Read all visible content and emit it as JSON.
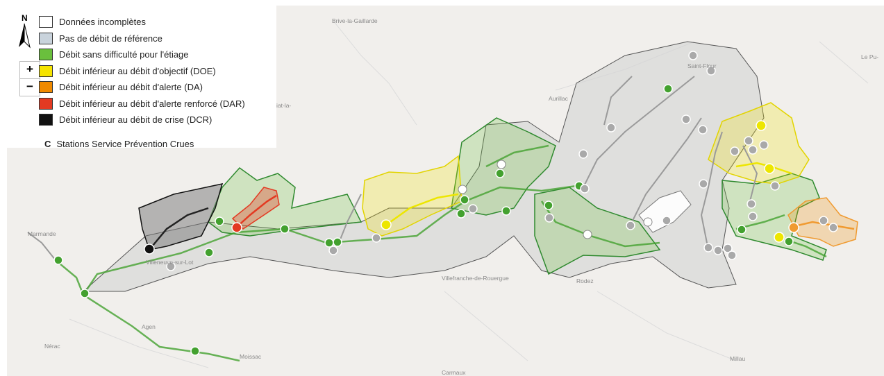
{
  "header_text": "",
  "places": [
    {
      "id": "brive",
      "text": "Brive-la-Gaillarde"
    },
    {
      "id": "aurillac",
      "text": "Aurillac"
    },
    {
      "id": "saintflour",
      "text": "Saint-Flour"
    },
    {
      "id": "marmande",
      "text": "Marmande"
    },
    {
      "id": "villeneuve",
      "text": "Villeneuve-sur-Lot"
    },
    {
      "id": "villefranche",
      "text": "Villefranche-de-Rouergue"
    },
    {
      "id": "rodez",
      "text": "Rodez"
    },
    {
      "id": "agen",
      "text": "Agen"
    },
    {
      "id": "nerac",
      "text": "Nérac"
    },
    {
      "id": "moissac",
      "text": "Moissac"
    },
    {
      "id": "millau",
      "text": "Millau"
    },
    {
      "id": "carmaux",
      "text": "Carmaux"
    },
    {
      "id": "lepuy",
      "text": "Le Pu-"
    },
    {
      "id": "figeac",
      "text": "iat-la-"
    }
  ],
  "north_label": "N",
  "zoom": {
    "in": "+",
    "out": "−"
  },
  "legend": [
    {
      "label": "Données incomplètes",
      "color": "#ffffff"
    },
    {
      "label": "Pas de débit de référence",
      "color": "#c9d3dc"
    },
    {
      "label": "Débit sans difficulté pour l'étiage",
      "color": "#6abf3d"
    },
    {
      "label": "Débit inférieur au débit d'objectif (DOE)",
      "color": "#f5e400"
    },
    {
      "label": "Débit inférieur au débit d'alerte (DA)",
      "color": "#f08a00"
    },
    {
      "label": "Débit inférieur au débit d'alerte renforcé (DAR)",
      "color": "#e33a22"
    },
    {
      "label": "Débit inférieur au débit de crise (DCR)",
      "color": "#111111"
    }
  ],
  "spc": {
    "letter": "C",
    "label": "Stations Service Prévention Crues"
  },
  "colors": {
    "ok": "#43a12f",
    "none": "#a9a9a9",
    "doe": "#ede600",
    "da": "#f09a30",
    "dar": "#e33a22",
    "dcr": "#111111"
  }
}
